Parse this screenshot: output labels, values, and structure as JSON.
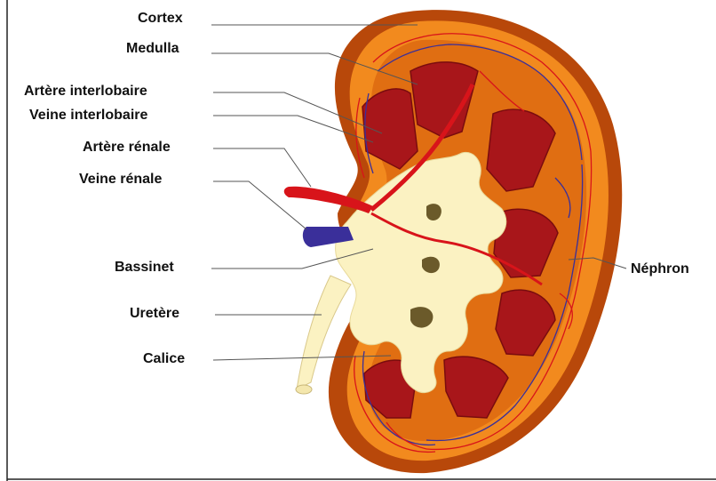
{
  "labels": {
    "cortex": "Cortex",
    "medulla": "Medulla",
    "artere_interlobaire": "Artère interlobaire",
    "veine_interlobaire": "Veine interlobaire",
    "artere_renale": "Artère rénale",
    "veine_renale": "Veine rénale",
    "bassinet": "Bassinet",
    "uretere": "Uretère",
    "calice": "Calice",
    "nephron": "Néphron"
  },
  "colors": {
    "capsule": "#b8480a",
    "cortex": "#f28a1e",
    "medulla_pyramid": "#a8161a",
    "pelvis": "#fbf2c2",
    "artery": "#d8141a",
    "vein": "#3a2f9a",
    "leader_line": "#555555"
  }
}
